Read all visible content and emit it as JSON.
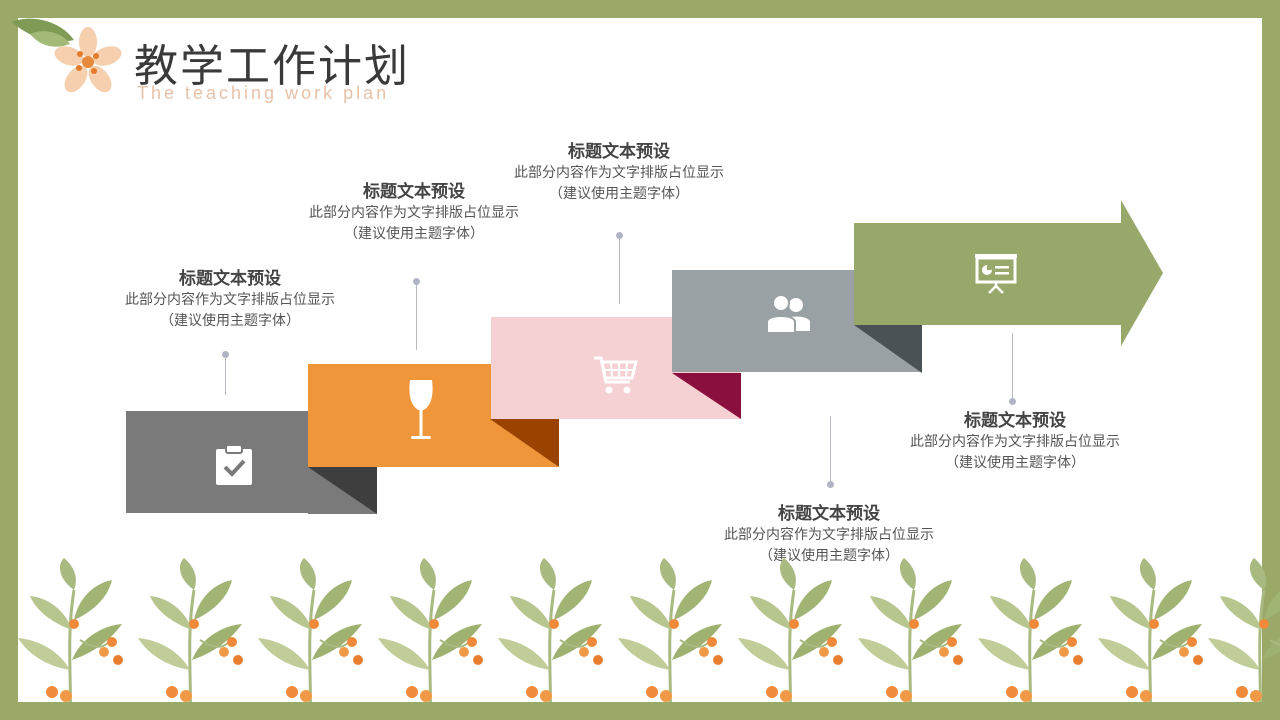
{
  "title": "教学工作计划",
  "subtitle": "The teaching work plan",
  "colors": {
    "frame": "#9aa868",
    "gray_block": "#7a7a7a",
    "orange_block": "#f0963a",
    "pink_block": "#f6d1d3",
    "slate_block": "#9aa1a4",
    "green_arrow": "#97a86a"
  },
  "steps": [
    {
      "icon": "clipboard-check-icon",
      "title": "标题文本预设",
      "line1": "此部分内容作为文字排版占位显示",
      "line2": "（建议使用主题字体）"
    },
    {
      "icon": "wine-glass-icon",
      "title": "标题文本预设",
      "line1": "此部分内容作为文字排版占位显示",
      "line2": "（建议使用主题字体）"
    },
    {
      "icon": "shopping-cart-icon",
      "title": "标题文本预设",
      "line1": "此部分内容作为文字排版占位显示",
      "line2": "（建议使用主题字体）"
    },
    {
      "icon": "users-icon",
      "title": "标题文本预设",
      "line1": "此部分内容作为文字排版占位显示",
      "line2": "（建议使用主题字体）"
    },
    {
      "icon": "presentation-board-icon",
      "title": "标题文本预设",
      "line1": "此部分内容作为文字排版占位显示",
      "line2": "（建议使用主题字体）"
    }
  ]
}
